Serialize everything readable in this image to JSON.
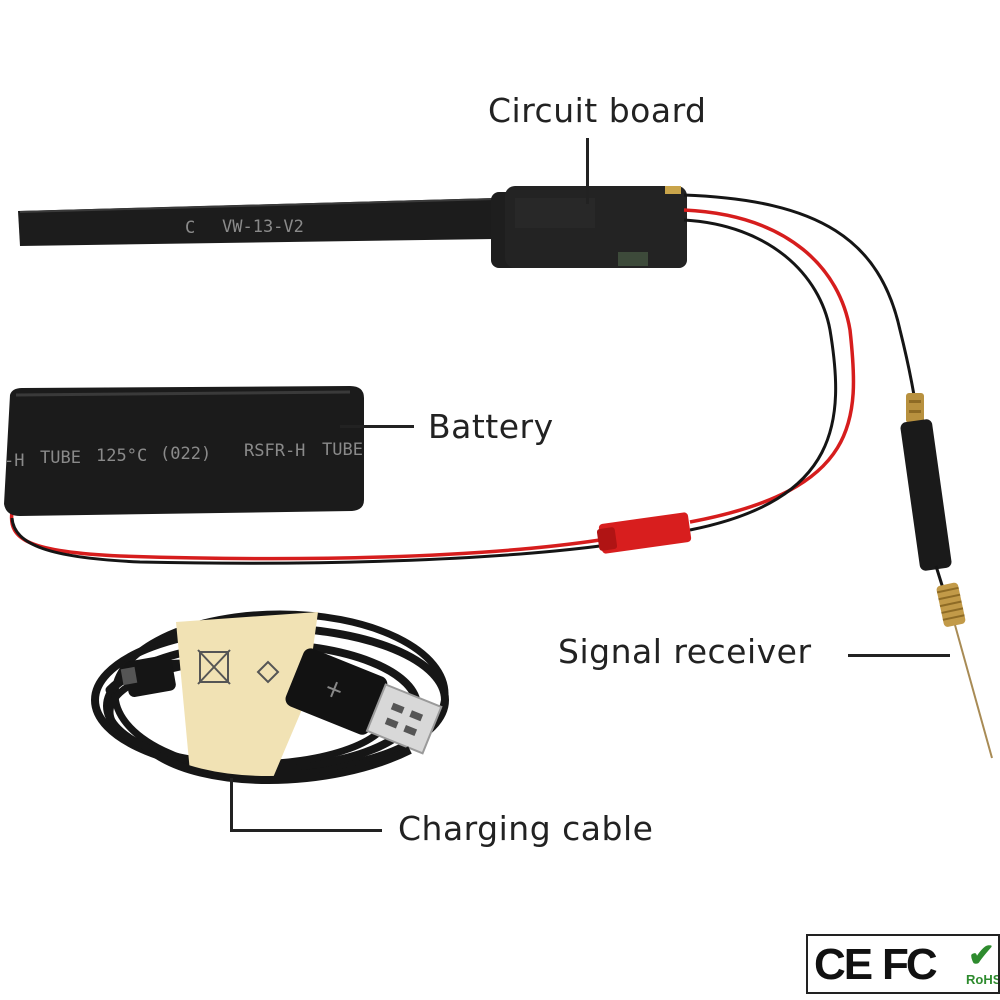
{
  "labels": {
    "circuit_board": "Circuit board",
    "battery": "Battery",
    "signal_receiver": "Signal receiver",
    "charging_cable": "Charging cable"
  },
  "battery_print": [
    "-H",
    "TUBE",
    "125°C",
    "(022)",
    "RSFR-H",
    "TUBE"
  ],
  "ribbon_print": [
    "VW-13-V2",
    "C"
  ],
  "certifications": [
    "CE",
    "FC",
    "RoHS"
  ],
  "colors": {
    "wire_red": "#d61d1d",
    "wire_black": "#151515",
    "component_black": "#1e1e1e",
    "connector_red": "#d81e1e",
    "antenna_brass": "#b8913f",
    "cable_band": "#f1e2b4",
    "rohs_green": "#2e8b2e"
  }
}
